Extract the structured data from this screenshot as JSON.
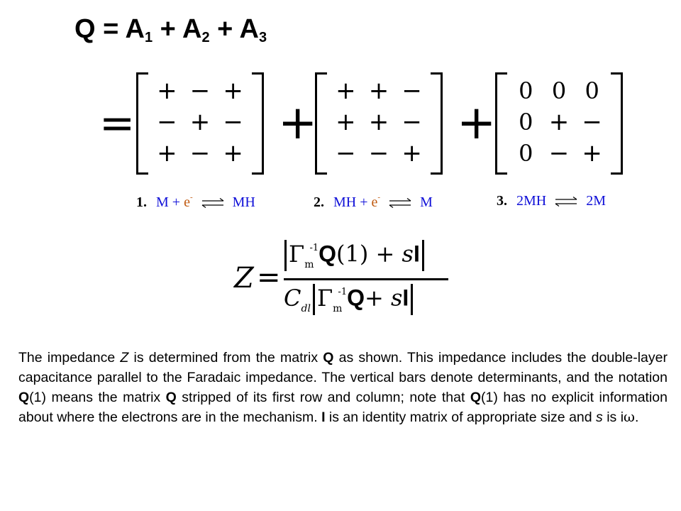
{
  "headline": {
    "lhs": "Q",
    "equals": "=",
    "term1": "A",
    "sub1": "1",
    "term2": "A",
    "sub2": "2",
    "term3": "A",
    "sub3": "3",
    "plus": "+"
  },
  "matrix_equation": {
    "equals": "=",
    "plus": "+",
    "matrices": [
      [
        "+",
        "−",
        "+",
        "−",
        "+",
        "−",
        "+",
        "−",
        "+"
      ],
      [
        "+",
        "+",
        "−",
        "+",
        "+",
        "−",
        "−",
        "−",
        "+"
      ],
      [
        "0",
        "0",
        "0",
        "0",
        "+",
        "−",
        "0",
        "−",
        "+"
      ]
    ]
  },
  "reactions": [
    {
      "number": "1.",
      "left": "M",
      "plus": "+",
      "electron": "e",
      "charge": "-",
      "right": "MH"
    },
    {
      "number": "2.",
      "left": "MH",
      "plus": "+",
      "electron": "e",
      "charge": "-",
      "right": "M"
    },
    {
      "number": "3.",
      "left": "2MH",
      "right": "2M"
    }
  ],
  "z_formula": {
    "lhs": "Z",
    "equals": "=",
    "gamma": "Γ",
    "gamma_sub": "m",
    "inverse": "-1",
    "q": "Q",
    "q_arg": "(1)",
    "plus": "+",
    "s": "s",
    "identity": "I",
    "c": "C",
    "c_sub": "dl"
  },
  "caption": {
    "p1": "The impedance ",
    "z": "Z",
    "p2": " is determined from the matrix ",
    "q1": "Q",
    "p3": " as shown. This impedance includes the double-layer capacitance parallel to the Faradaic impedance. The vertical bars denote determinants, and the notation ",
    "q2": "Q",
    "p4": "(1) means the matrix ",
    "q3": "Q",
    "p5": " stripped of its first row and column; note that ",
    "q4": "Q",
    "p6": "(1) has no explicit information about where the electrons are in the mechanism. ",
    "i": "I",
    "p7": " is an identity matrix of appropriate size and ",
    "s": "s",
    "p8": " is i",
    "omega": "ω",
    "p9": "."
  },
  "colors": {
    "species": "#1010d8",
    "electron": "#c05a10",
    "text": "#000000"
  }
}
